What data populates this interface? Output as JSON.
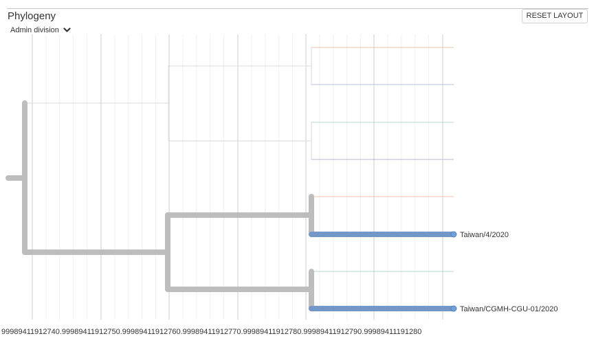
{
  "panel": {
    "title": "Phylogeny",
    "reset_label": "RESET LAYOUT",
    "color_by_label": "Admin division"
  },
  "colors": {
    "grid": "#e6e6e6",
    "branch_default": "#bdbdbd",
    "branch_faded": "#d5d8dc",
    "highlight": "#7398c8",
    "tip_fill": "#6ea1dc",
    "faded_orange": "#f0c0a8",
    "faded_blue": "#b8c0dc",
    "faded_green": "#b8d8c8",
    "faded_purple": "#b8b8d8"
  },
  "tree": {
    "tips": [
      {
        "label": "",
        "color": "faded_orange",
        "highlighted": false
      },
      {
        "label": "",
        "color": "faded_blue",
        "highlighted": false
      },
      {
        "label": "",
        "color": "faded_green",
        "highlighted": false
      },
      {
        "label": "",
        "color": "faded_purple",
        "highlighted": false
      },
      {
        "label": "",
        "color": "faded_orange",
        "highlighted": false
      },
      {
        "label": "Taiwan/4/2020",
        "color": "highlight",
        "highlighted": true
      },
      {
        "label": "",
        "color": "faded_green",
        "highlighted": false
      },
      {
        "label": "Taiwan/CGMH-CGU-01/2020",
        "color": "highlight",
        "highlighted": true
      }
    ],
    "axis_text": "99989411912740.99989411912750.99989411912760.99989411912770.99989411912780.99989411912790.99989411191280"
  }
}
